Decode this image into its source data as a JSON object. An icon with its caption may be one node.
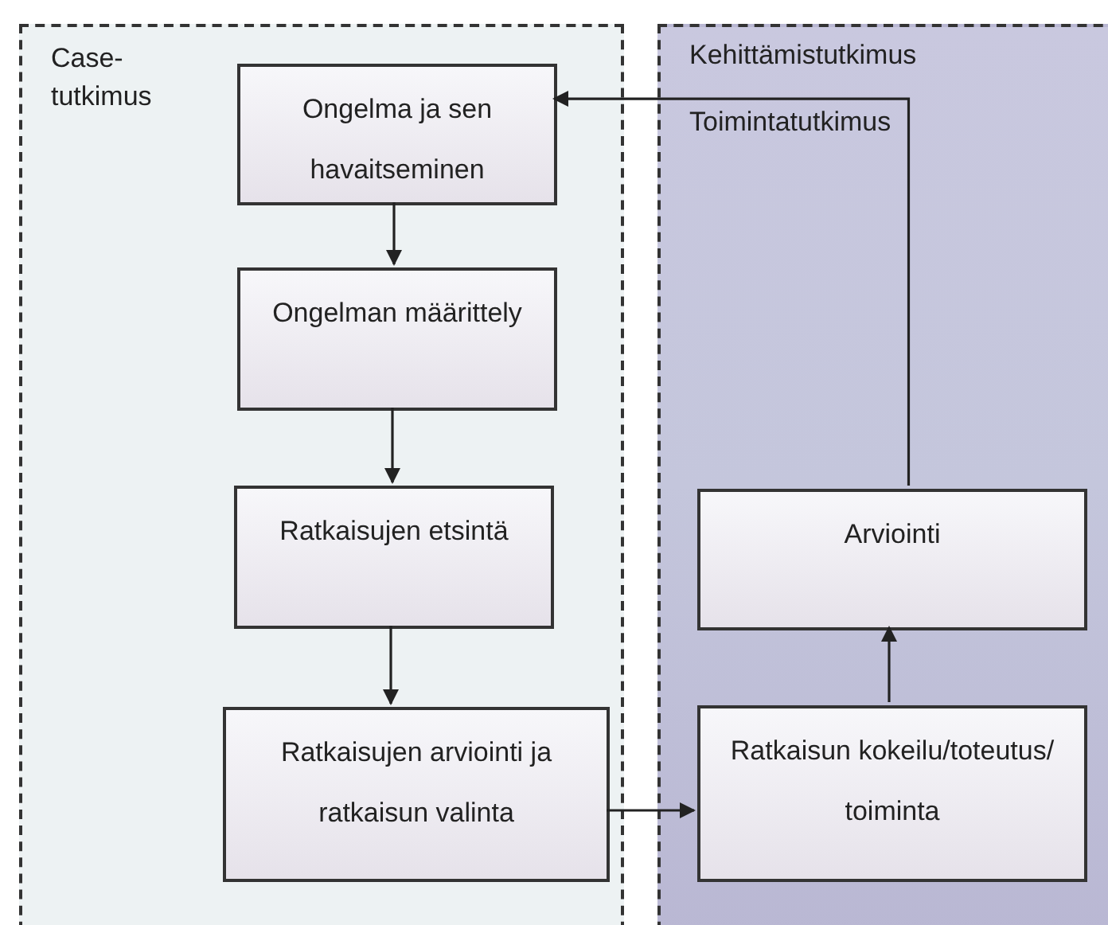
{
  "diagram": {
    "nodes": [
      {
        "text": [
          "Case- tutkimus"
        ]
      },
      {
        "text": [
          "Kehittämistutkimus",
          "Toimintatutkimus"
        ]
      },
      {
        "text": [
          "Ongelma ja sen havaitseminen"
        ],
        "in": 0
      },
      {
        "text": [
          "Ongelman määrittely"
        ],
        "in": 0
      },
      {
        "text": [
          "Ratkaisujen etsintä"
        ],
        "in": 0
      },
      {
        "text": [
          "Ratkaisujen arviointi ja ratkaisun valinta"
        ],
        "in": 0
      },
      {
        "text": [
          "Arviointi"
        ],
        "in": 1
      },
      {
        "text": [
          "Ratkaisun kokeilu/toteutus/ toiminta"
        ],
        "in": 1
      }
    ],
    "edges": [
      {
        "from": 2,
        "to": 3,
        "arrow": "to"
      },
      {
        "from": 3,
        "to": 4,
        "arrow": "to"
      },
      {
        "from": 4,
        "to": 5,
        "arrow": "to"
      },
      {
        "from": 5,
        "to": 7,
        "arrow": "to"
      },
      {
        "from": 7,
        "to": 6,
        "arrow": "to"
      },
      {
        "from": 6,
        "to": 2,
        "arrow": "to"
      }
    ]
  }
}
